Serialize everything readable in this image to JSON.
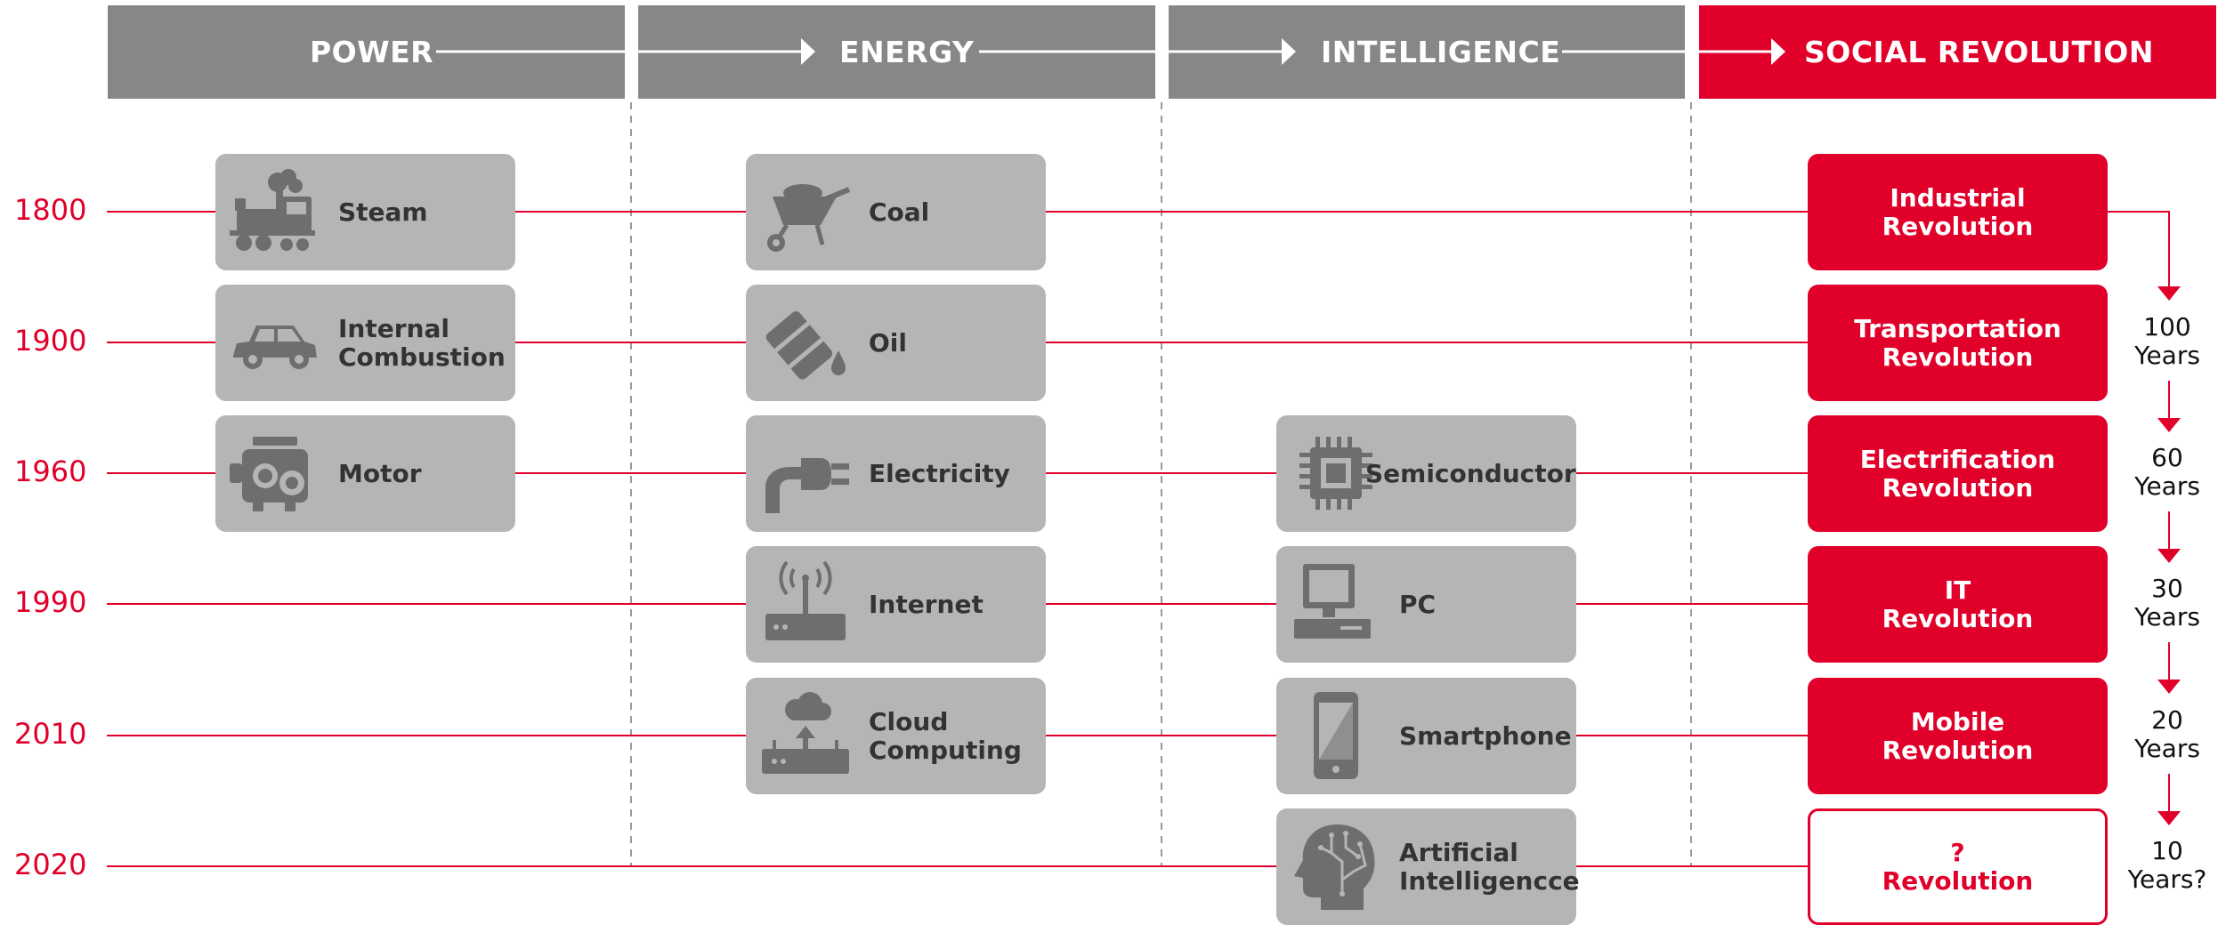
{
  "headers": {
    "power": "POWER",
    "energy": "ENERGY",
    "intelligence": "INTELLIGENCE",
    "social": "SOCIAL REVOLUTION"
  },
  "colors": {
    "accent": "#e0002a",
    "header_gray": "#878787",
    "card_gray": "#b5b5b5",
    "icon_gray": "#6e6e6e"
  },
  "years": [
    "1800",
    "1900",
    "1960",
    "1990",
    "2010",
    "2020"
  ],
  "power": {
    "steam": {
      "label": "Steam",
      "icon": "steam-locomotive-icon"
    },
    "combustion": {
      "label": "Internal\nCombustion",
      "icon": "car-icon"
    },
    "motor": {
      "label": "Motor",
      "icon": "engine-icon"
    }
  },
  "energy": {
    "coal": {
      "label": "Coal",
      "icon": "wheelbarrow-icon"
    },
    "oil": {
      "label": "Oil",
      "icon": "oil-barrel-icon"
    },
    "electricity": {
      "label": "Electricity",
      "icon": "plug-icon"
    },
    "internet": {
      "label": "Internet",
      "icon": "router-icon"
    },
    "cloud": {
      "label": "Cloud\nComputing",
      "icon": "cloud-upload-icon"
    }
  },
  "intelligence": {
    "semiconductor": {
      "label": "Semiconductor",
      "icon": "chip-icon"
    },
    "pc": {
      "label": "PC",
      "icon": "desktop-computer-icon"
    },
    "smartphone": {
      "label": "Smartphone",
      "icon": "smartphone-icon"
    },
    "ai": {
      "label": "Artificial\nIntelligencce",
      "icon": "ai-head-icon"
    }
  },
  "revolutions": {
    "industrial": "Industrial\nRevolution",
    "transportation": "Transportation\nRevolution",
    "electrification": "Electrification\nRevolution",
    "it": "IT\nRevolution",
    "mobile": "Mobile\nRevolution",
    "future": "?\nRevolution"
  },
  "gaps": {
    "g1": "100\nYears",
    "g2": "60\nYears",
    "g3": "30\nYears",
    "g4": "20\nYears",
    "g5": "10\nYears?"
  }
}
